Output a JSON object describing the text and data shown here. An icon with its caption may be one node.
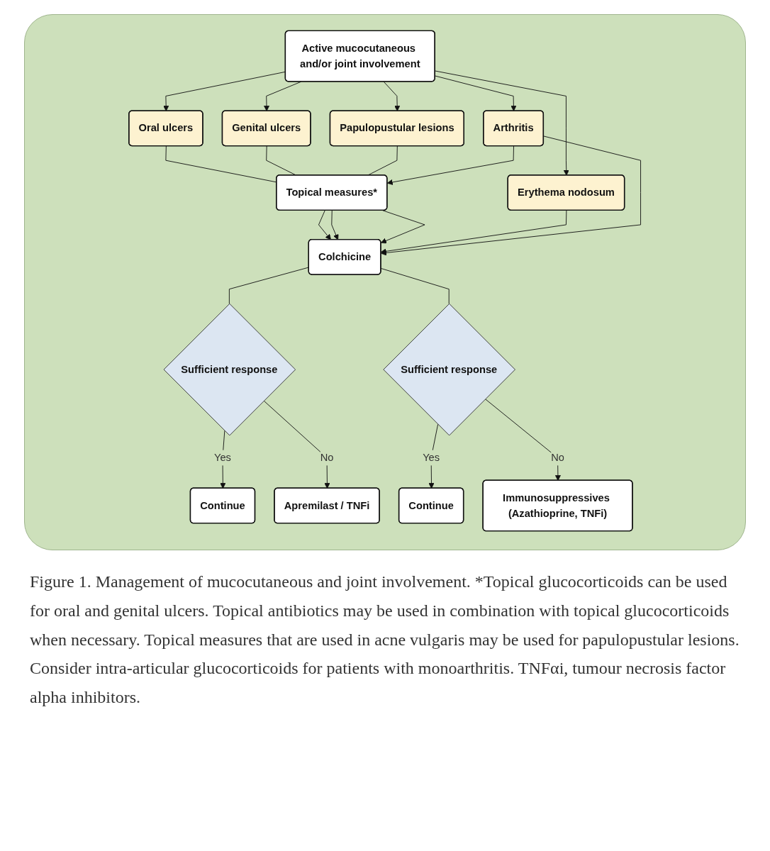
{
  "diagram": {
    "caption": "Figure 1. Management of mucocutaneous and joint involvement. *Topical glucocorticoids can be used for oral and genital ulcers. Topical antibiotics may be used in combination with topical glucocorticoids when necessary. Topical measures that are used in acne vulgaris may be used for papulopustular lesions. Consider intra-articular glucocorticoids for patients with monoarthritis. TNFαi, tumour necrosis factor alpha inhibitors.",
    "nodes": [
      {
        "text": [
          "Active mucocutaneous and/or joint involvement"
        ]
      },
      {
        "text": [
          "Oral ulcers"
        ]
      },
      {
        "text": [
          "Genital ulcers"
        ]
      },
      {
        "text": [
          "Papulopustular lesions"
        ]
      },
      {
        "text": [
          "Erythema nodosum"
        ]
      },
      {
        "text": [
          "Arthritis"
        ]
      },
      {
        "text": [
          "Topical measures*"
        ]
      },
      {
        "text": [
          "Colchicine"
        ]
      },
      {
        "text": [
          "Continue"
        ]
      },
      {
        "text": [
          "Sufficient response"
        ]
      },
      {
        "text": [
          "Continue"
        ]
      },
      {
        "text": [
          "Sufficient response"
        ]
      },
      {
        "text": [
          "Apremilast / TNFi"
        ]
      },
      {
        "text": [
          "Immunosuppressives (Azathioprine, TNFi)"
        ]
      }
    ],
    "edges": [
      {
        "from": 0,
        "to": 1,
        "arrow": "to"
      },
      {
        "from": 0,
        "to": 2,
        "arrow": "to"
      },
      {
        "from": 0,
        "to": 3,
        "arrow": "to"
      },
      {
        "from": 0,
        "to": 4,
        "arrow": "to"
      },
      {
        "from": 0,
        "to": 5,
        "arrow": "to"
      },
      {
        "from": 1,
        "to": 6,
        "arrow": "none"
      },
      {
        "from": 2,
        "to": 6,
        "arrow": "none"
      },
      {
        "from": 3,
        "to": 6,
        "arrow": "none"
      },
      {
        "from": 5,
        "to": 6,
        "arrow": "to"
      },
      {
        "from": 6,
        "to": 7,
        "arrow": "to"
      },
      {
        "from": 6,
        "to": 7,
        "arrow": "to"
      },
      {
        "from": 6,
        "to": 7,
        "arrow": "to"
      },
      {
        "from": 4,
        "to": 7,
        "arrow": "to"
      },
      {
        "from": 5,
        "to": 7,
        "arrow": "to"
      },
      {
        "from": 7,
        "to": 9,
        "arrow": "none"
      },
      {
        "from": 7,
        "to": 11,
        "arrow": "none"
      },
      {
        "from": 9,
        "to": 8,
        "arrow": "to",
        "label": "Yes"
      },
      {
        "from": 9,
        "to": 12,
        "arrow": "to",
        "label": "No"
      },
      {
        "from": 11,
        "to": 10,
        "arrow": "to",
        "label": "Yes"
      },
      {
        "from": 11,
        "to": 13,
        "arrow": "to",
        "label": "No"
      }
    ]
  }
}
